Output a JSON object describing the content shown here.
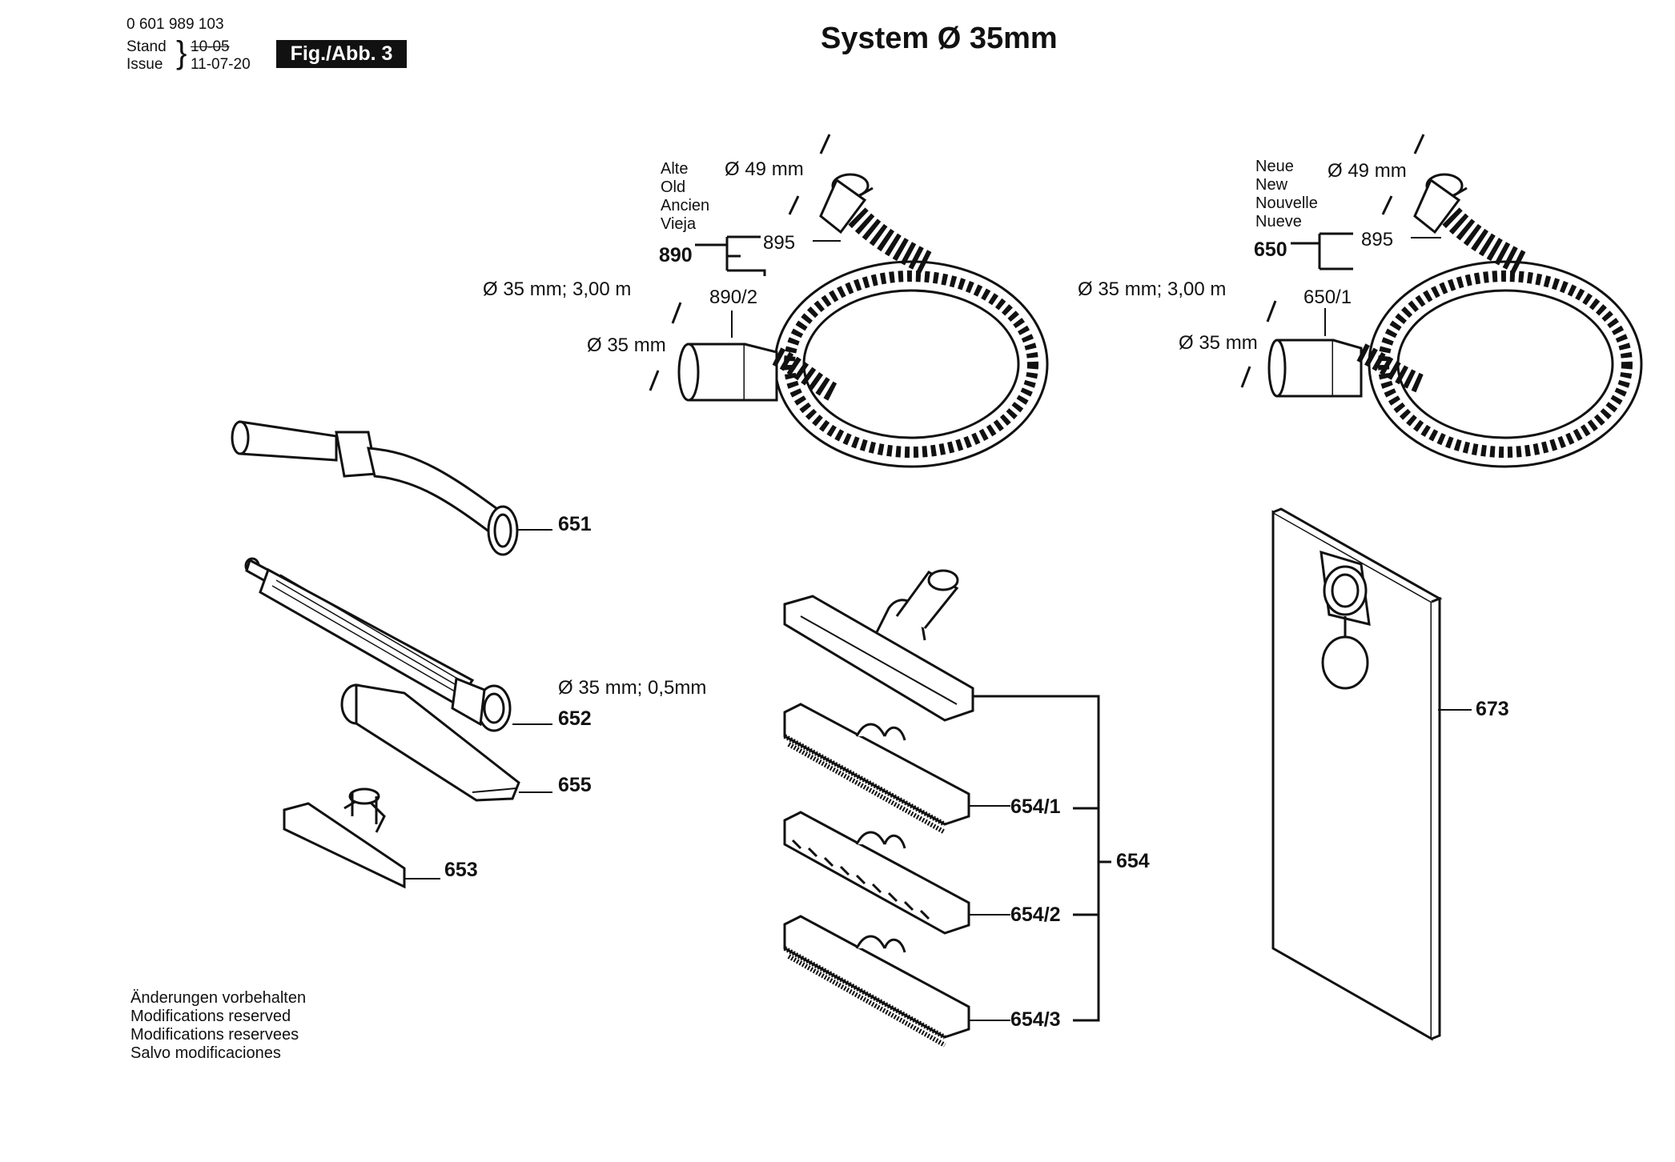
{
  "header": {
    "part_number": "0 601 989 103",
    "stand_label": "Stand",
    "issue_label": "Issue",
    "stand_old_date": "10-05",
    "issue_date": "11-07-20",
    "figure_label": "Fig./Abb. 3"
  },
  "title": "System Ø 35mm",
  "hose_old": {
    "caption": [
      "Alte",
      "Old",
      "Ancien",
      "Vieja"
    ],
    "part": "890",
    "sub_part": "890/2",
    "cuff_part": "895",
    "dia_large": "Ø 49 mm",
    "dia_small": "Ø 35 mm",
    "spec": "Ø 35 mm; 3,00 m"
  },
  "hose_new": {
    "caption": [
      "Neue",
      "New",
      "Nouvelle",
      "Nueve"
    ],
    "part": "650",
    "sub_part": "650/1",
    "cuff_part": "895",
    "dia_large": "Ø 49 mm",
    "dia_small": "Ø 35 mm",
    "spec": "Ø 35 mm; 3,00 m"
  },
  "parts": {
    "p651": "651",
    "p652": "652",
    "p652_spec": "Ø 35 mm; 0,5mm",
    "p655": "655",
    "p653": "653",
    "p654": "654",
    "p654_1": "654/1",
    "p654_2": "654/2",
    "p654_3": "654/3",
    "p673": "673"
  },
  "footer": [
    "Änderungen vorbehalten",
    "Modifications reserved",
    "Modifications reservees",
    "Salvo modificaciones"
  ]
}
